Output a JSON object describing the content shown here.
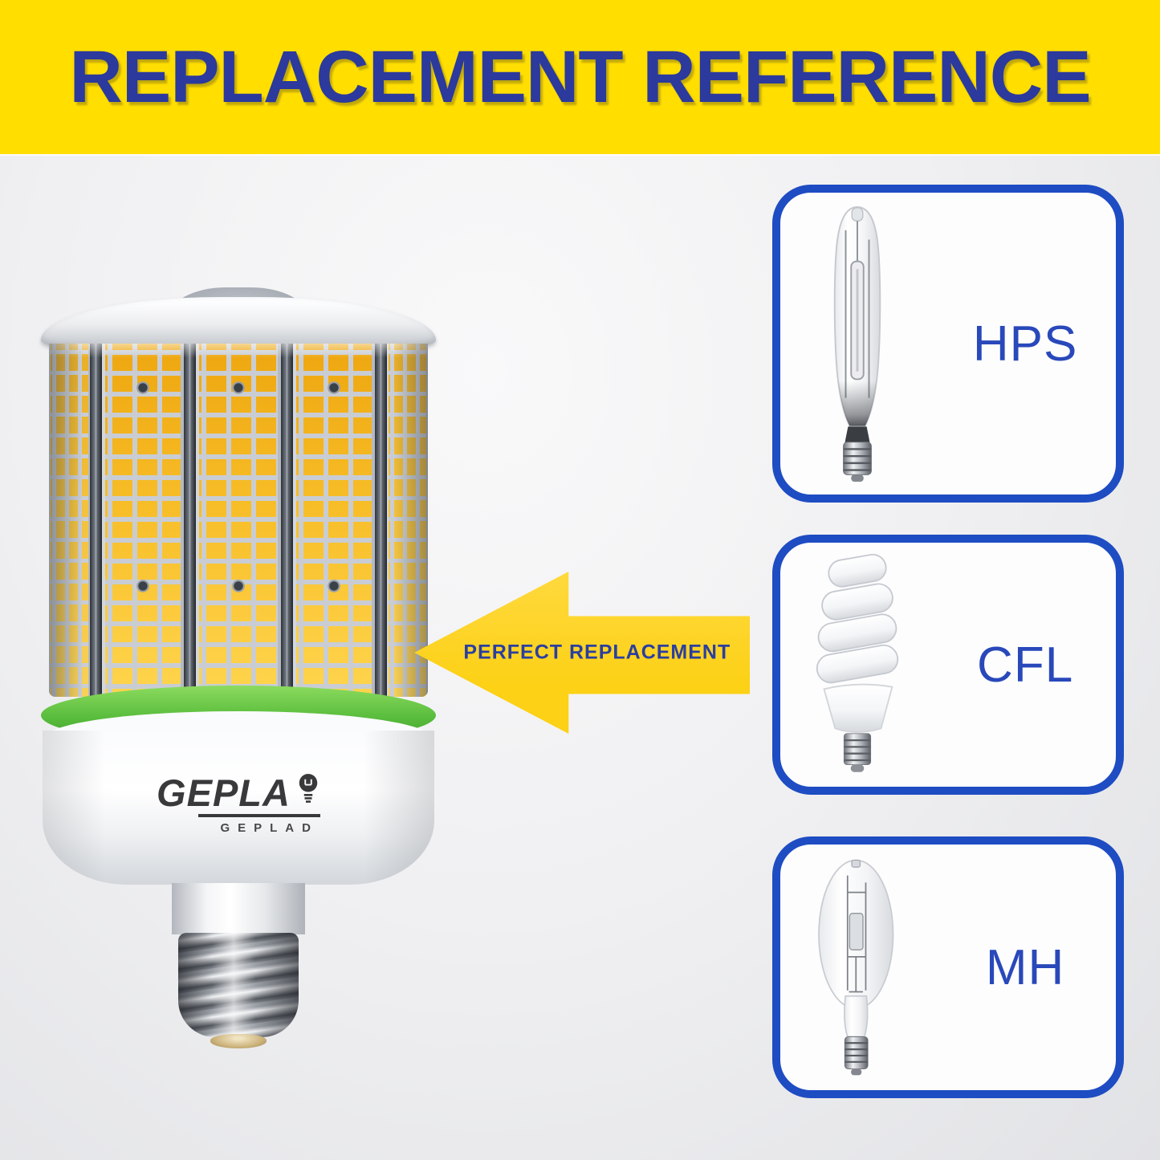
{
  "header": {
    "title": "REPLACEMENT REFERENCE"
  },
  "arrow": {
    "label": "PERFECT REPLACEMENT",
    "icon": "left-arrow"
  },
  "brand": {
    "logo_text": "GEPLA",
    "logo_sub": "GEPLAD",
    "logo_icon": "lightbulb-icon"
  },
  "product": {
    "description": "LED corn cob bulb with E39 screw base and green accent ring"
  },
  "replacements": [
    {
      "label": "HPS",
      "icon": "hps-bulb-image"
    },
    {
      "label": "CFL",
      "icon": "cfl-bulb-image"
    },
    {
      "label": "MH",
      "icon": "mh-bulb-image"
    }
  ],
  "colors": {
    "banner_yellow": "#FFDE00",
    "header_blue": "#2B3A9C",
    "arrow_yellow": "#FCD116",
    "arrow_text_blue": "#2B3F9E",
    "box_border_blue": "#1E4CC2",
    "label_blue": "#2948BA",
    "ring_green": "#58BC3C",
    "led_amber": "#F7BD27"
  }
}
